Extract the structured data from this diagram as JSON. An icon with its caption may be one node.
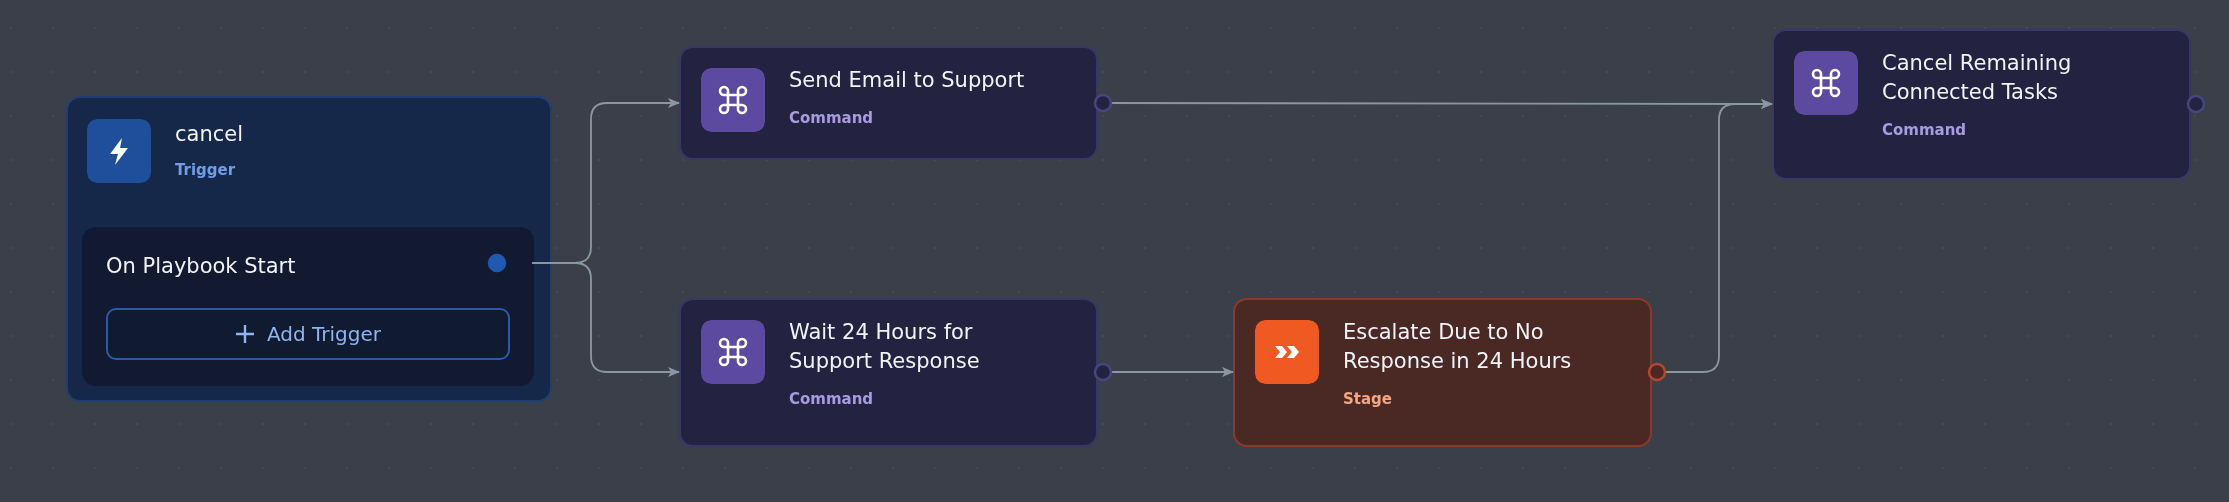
{
  "diagram": {
    "nodes": [
      {
        "text": [
          "cancel",
          "Trigger"
        ]
      },
      {
        "text": [
          "On Playbook Start"
        ],
        "in": 0
      },
      {
        "text": [
          "Add Trigger"
        ],
        "in": 1
      },
      {
        "text": [
          "Send Email to Support",
          "Command"
        ]
      },
      {
        "text": [
          "Wait 24 Hours for Support Response",
          "Command"
        ]
      },
      {
        "text": [
          "Escalate Due to No Response in 24 Hours",
          "Stage"
        ]
      },
      {
        "text": [
          "Cancel Remaining Connected Tasks",
          "Command"
        ]
      }
    ],
    "edges": [
      {
        "from": 1,
        "to": 3,
        "arrow": "to"
      },
      {
        "from": 1,
        "to": 4,
        "arrow": "to"
      },
      {
        "from": 3,
        "to": 6,
        "arrow": "to"
      },
      {
        "from": 4,
        "to": 5,
        "arrow": "to"
      },
      {
        "from": 5,
        "to": 6,
        "arrow": "to"
      }
    ]
  }
}
